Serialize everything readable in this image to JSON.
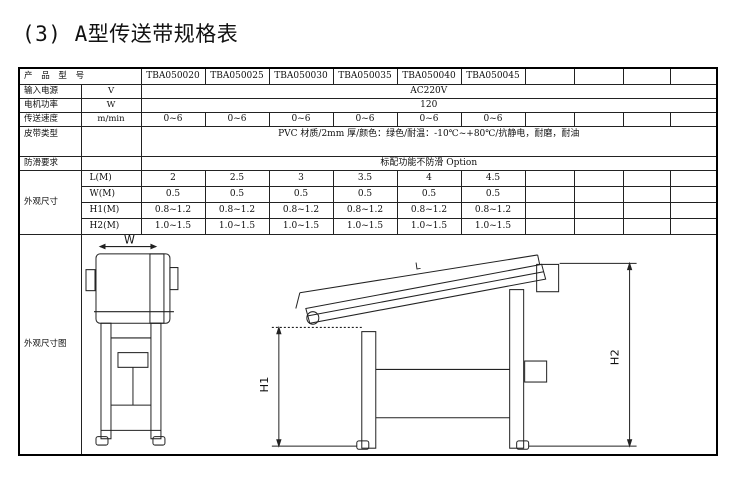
{
  "heading": "(3) A型传送带规格表",
  "table": {
    "header": {
      "label": "产 品 型 号",
      "models": [
        "TBA050020",
        "TBA050025",
        "TBA050030",
        "TBA050035",
        "TBA050040",
        "TBA050045"
      ]
    },
    "rows": {
      "input_power": {
        "label": "输入电源",
        "unit": "V",
        "value": "AC220V"
      },
      "motor_power": {
        "label": "电机功率",
        "unit": "W",
        "value": "120"
      },
      "speed": {
        "label": "传送速度",
        "unit": "m/min",
        "values": [
          "0~6",
          "0~6",
          "0~6",
          "0~6",
          "0~6",
          "0~6"
        ]
      },
      "belt_type": {
        "label": "皮带类型",
        "value": "PVC 材质/2mm 厚/颜色：绿色/耐温：-10℃~+80℃/抗静电，耐磨，耐油"
      },
      "anti_slip": {
        "label": "防滑要求",
        "value": "标配功能不防滑 Option"
      },
      "dimensions": {
        "label": "外观尺寸",
        "items": [
          {
            "name": "L(M)",
            "values": [
              "2",
              "2.5",
              "3",
              "3.5",
              "4",
              "4.5"
            ]
          },
          {
            "name": "W(M)",
            "values": [
              "0.5",
              "0.5",
              "0.5",
              "0.5",
              "0.5",
              "0.5"
            ]
          },
          {
            "name": "H1(M)",
            "values": [
              "0.8~1.2",
              "0.8~1.2",
              "0.8~1.2",
              "0.8~1.2",
              "0.8~1.2",
              "0.8~1.2"
            ]
          },
          {
            "name": "H2(M)",
            "values": [
              "1.0~1.5",
              "1.0~1.5",
              "1.0~1.5",
              "1.0~1.5",
              "1.0~1.5",
              "1.0~1.5"
            ]
          }
        ]
      },
      "drawing": {
        "label": "外观尺寸图",
        "dim_labels": {
          "w": "W",
          "l": "L",
          "h1": "H1",
          "h2": "H2"
        }
      }
    }
  }
}
